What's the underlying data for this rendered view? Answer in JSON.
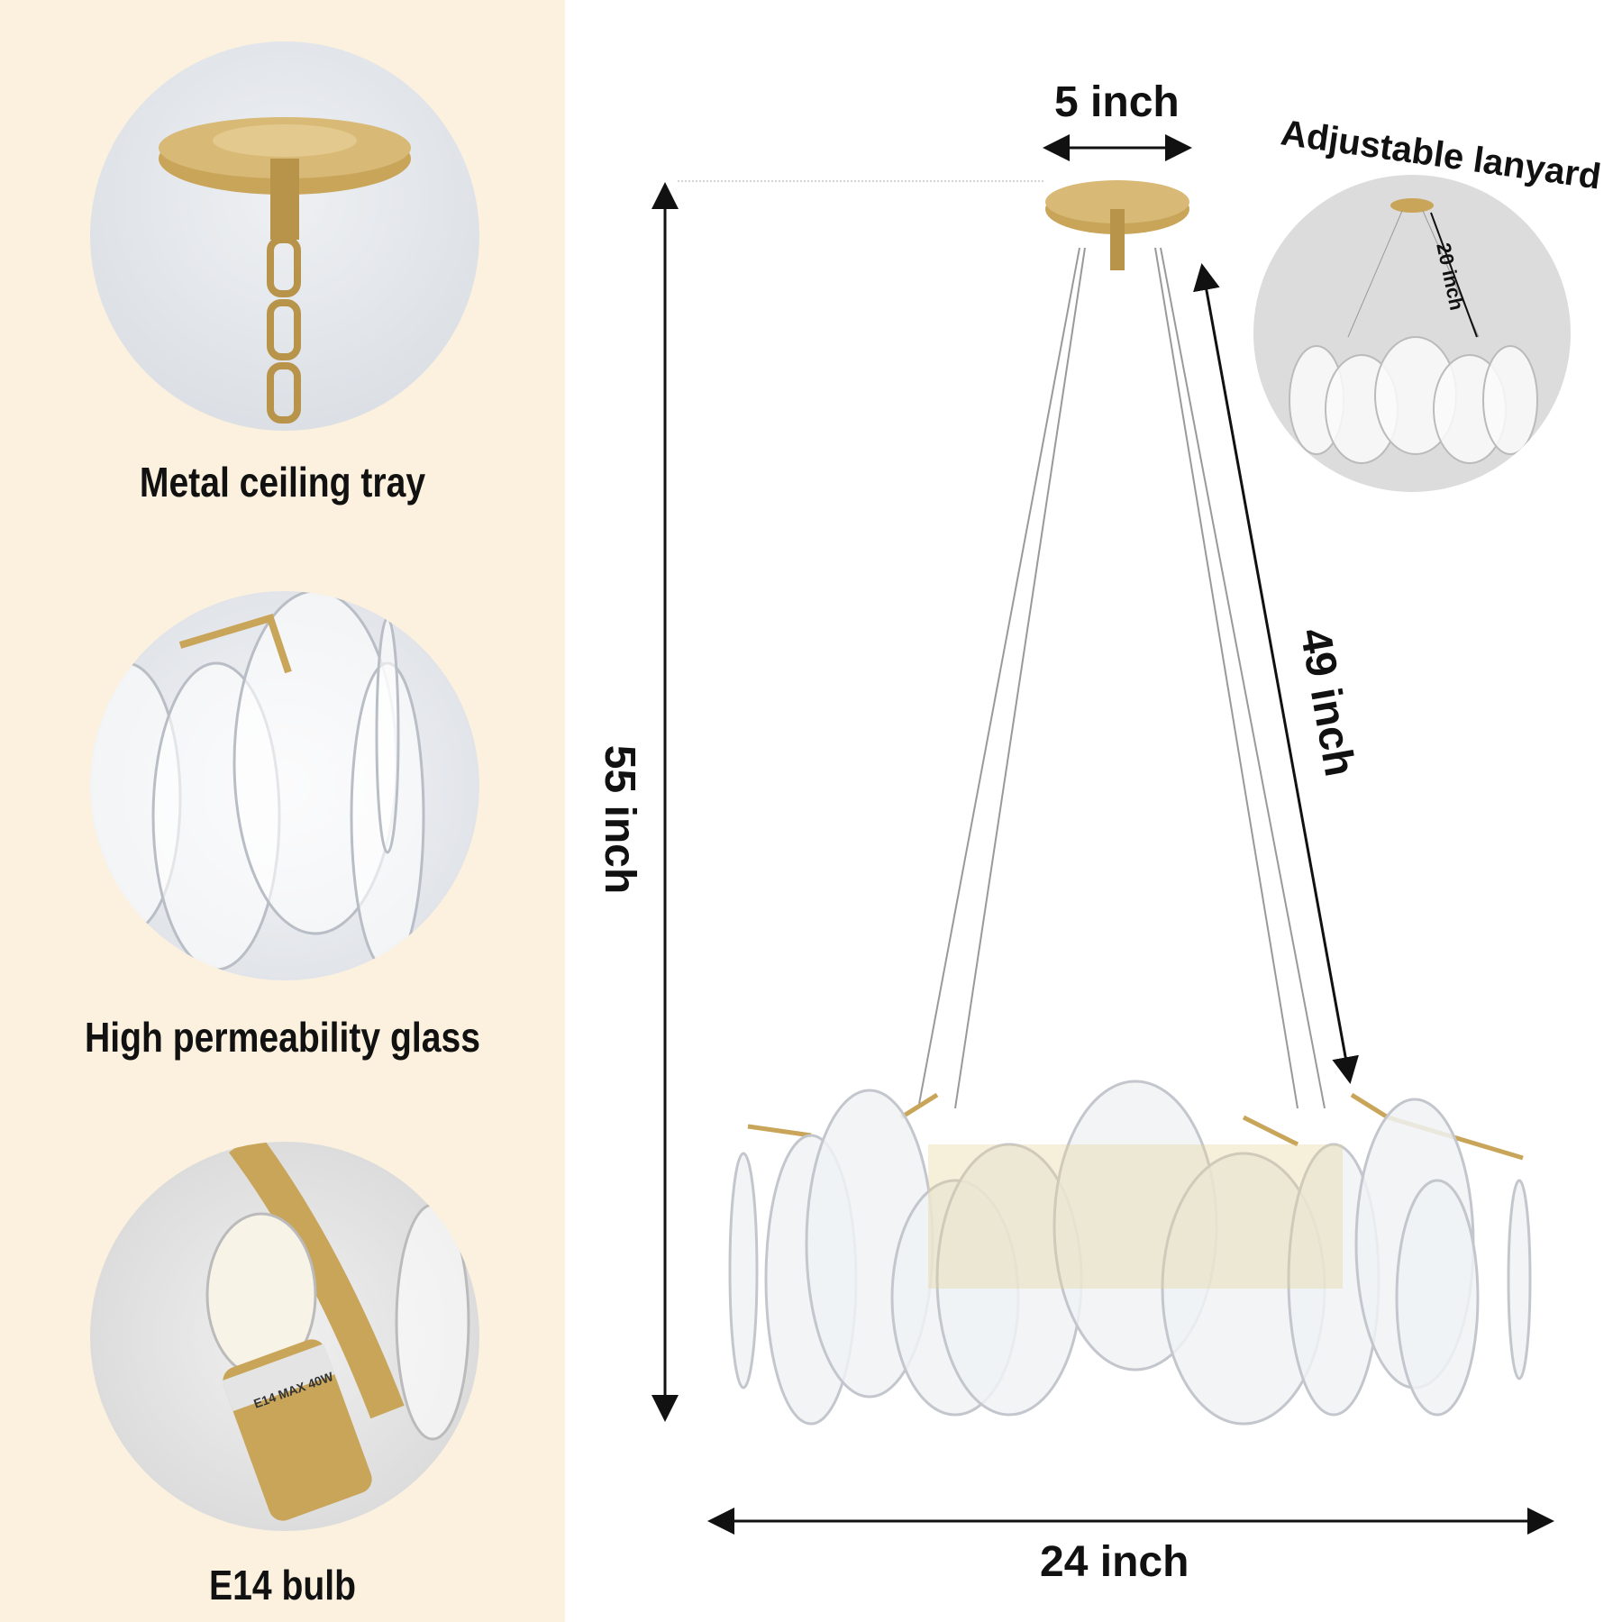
{
  "features": [
    {
      "label": "Metal ceiling tray",
      "icon": "ceiling-tray-photo"
    },
    {
      "label": "High permeability glass",
      "icon": "glass-panel-photo"
    },
    {
      "label": "E14 bulb",
      "icon": "bulb-photo"
    }
  ],
  "dimensions": {
    "canopy_width": "5 inch",
    "total_height": "55 inch",
    "cable_length": "49 inch",
    "diameter": "24 inch"
  },
  "inset": {
    "title": "Adjustable lanyard",
    "min_length": "20 inch"
  },
  "bulb_marking": "E14 MAX 40W",
  "colors": {
    "panel": "#fbf1de",
    "gold": "#c9a55a",
    "circle": "#dfe3e8"
  }
}
